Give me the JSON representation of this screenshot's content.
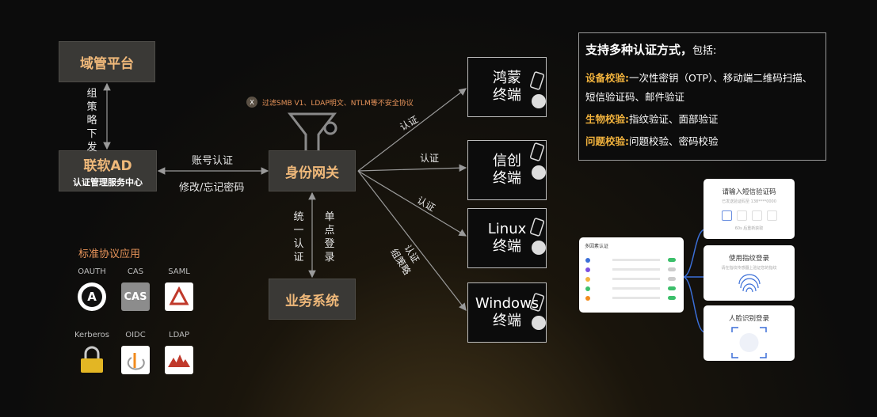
{
  "nodes": {
    "domain_platform": "域管平台",
    "ad_title": "联软AD",
    "ad_subtitle": "认证管理服务中心",
    "gateway": "身份网关",
    "business": "业务系统"
  },
  "edge_labels": {
    "policy_down": [
      "组",
      "策",
      "略",
      "下",
      "发"
    ],
    "account_auth": "账号认证",
    "password_change": "修改/忘记密码",
    "unified_auth": [
      "统",
      "一",
      "认",
      "证"
    ],
    "sso": [
      "单",
      "点",
      "登",
      "录"
    ],
    "filter_note": "过滤SMB V1、LDAP明文、NTLM等不安全协议",
    "filter_x": "X",
    "auth1": "认证",
    "auth2": "认证",
    "auth3": "认证",
    "auth4a": "认证",
    "auth4b": "组策略"
  },
  "terminals": [
    {
      "line1": "鸿蒙",
      "line2": "终端"
    },
    {
      "line1": "信创",
      "line2": "终端"
    },
    {
      "line1": "Linux",
      "line2": "终端"
    },
    {
      "line1": "Windows",
      "line2": "终端"
    }
  ],
  "protocols": {
    "title": "标准协议应用",
    "items": [
      {
        "name": "OAUTH",
        "icon": "oauth-logo"
      },
      {
        "name": "CAS",
        "icon": "cas-logo"
      },
      {
        "name": "SAML",
        "icon": "saml-logo"
      },
      {
        "name": "Kerberos",
        "icon": "padlock-logo"
      },
      {
        "name": "OIDC",
        "icon": "oidc-logo"
      },
      {
        "name": "LDAP",
        "icon": "ldap-logo"
      }
    ]
  },
  "info": {
    "heading": "支持多种认证方式，",
    "heading_suffix": "包括:",
    "rows": [
      {
        "key": "设备校验:",
        "text": "一次性密钥（OTP）、移动端二维码扫描、短信验证码、邮件验证"
      },
      {
        "key": "生物校验:",
        "text": "指纹验证、面部验证"
      },
      {
        "key": "问题校验:",
        "text": "问题校验、密码校验"
      }
    ]
  },
  "mock_cards": {
    "mfa_title": "多因素认证",
    "sms_title": "请输入短信验证码",
    "sms_sub": "已发送验证码至 138****0000",
    "sms_resend": "60s 后重新获取",
    "finger_title": "使用指纹登录",
    "finger_sub": "请在指纹传感器上验证您的指纹",
    "face_title": "人脸识别登录"
  },
  "colors": {
    "gold": "#f0b97a",
    "accent_orange": "#e8945a",
    "key_yellow": "#f2b33d",
    "connector_blue": "#3b6fd8"
  }
}
